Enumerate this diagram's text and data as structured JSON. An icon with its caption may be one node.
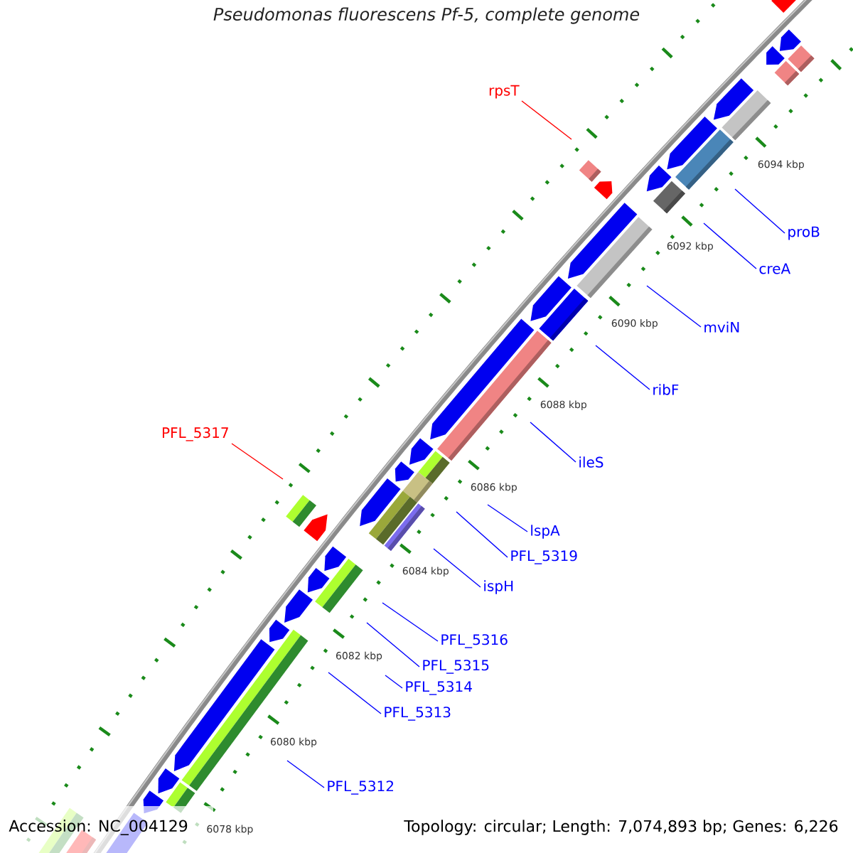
{
  "diagram": {
    "title": "Pseudomonas fluorescens Pf-5, complete genome",
    "nodes": [
      {
        "text": [
          "rpsT"
        ]
      },
      {
        "text": [
          "proB"
        ]
      },
      {
        "text": [
          "creA"
        ]
      },
      {
        "text": [
          "mviN"
        ]
      },
      {
        "text": [
          "ribF"
        ]
      },
      {
        "text": [
          "PFL_5317"
        ]
      },
      {
        "text": [
          "ileS"
        ]
      },
      {
        "text": [
          "lspA"
        ]
      },
      {
        "text": [
          "PFL_5319"
        ]
      },
      {
        "text": [
          "ispH"
        ]
      },
      {
        "text": [
          "PFL_5316"
        ]
      },
      {
        "text": [
          "PFL_5315"
        ]
      },
      {
        "text": [
          "PFL_5314"
        ]
      },
      {
        "text": [
          "PFL_5313"
        ]
      },
      {
        "text": [
          "PFL_5312"
        ]
      }
    ],
    "edges": [
      {
        "from": 0,
        "to": null,
        "arrow": "none",
        "color": "#ff0000"
      },
      {
        "from": 1,
        "to": null,
        "arrow": "none"
      },
      {
        "from": 2,
        "to": null,
        "arrow": "none"
      },
      {
        "from": 3,
        "to": null,
        "arrow": "none"
      },
      {
        "from": 4,
        "to": null,
        "arrow": "none"
      },
      {
        "from": 5,
        "to": null,
        "arrow": "none",
        "color": "#ff0000"
      },
      {
        "from": 6,
        "to": null,
        "arrow": "none"
      },
      {
        "from": 7,
        "to": null,
        "arrow": "none"
      },
      {
        "from": 8,
        "to": null,
        "arrow": "none"
      },
      {
        "from": 9,
        "to": null,
        "arrow": "none"
      },
      {
        "from": 10,
        "to": null,
        "arrow": "none"
      },
      {
        "from": 11,
        "to": null,
        "arrow": "none"
      },
      {
        "from": 12,
        "to": null,
        "arrow": "none"
      },
      {
        "from": 13,
        "to": null,
        "arrow": "none"
      },
      {
        "from": 14,
        "to": null,
        "arrow": "none"
      }
    ],
    "labels": [
      "6094 kbp",
      "6092 kbp",
      "6090 kbp",
      "6088 kbp",
      "6086 kbp",
      "6084 kbp",
      "6082 kbp",
      "6080 kbp",
      "6078 kbp",
      "Accession: NC_004129",
      "Topology: circular; Length: 7,074,893 bp; Genes: 6,226"
    ]
  }
}
